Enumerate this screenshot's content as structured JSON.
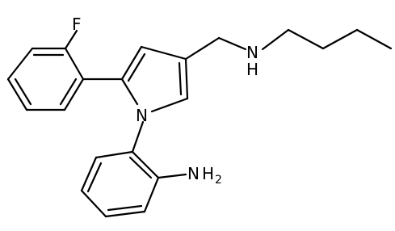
{
  "structure": {
    "atoms": {
      "fluorine": "F",
      "pyrrole_nitrogen": "N",
      "amine_nh_n": "N",
      "amine_nh_h": "H",
      "aniline_n": "N",
      "aniline_h": "H",
      "aniline_h_count": "2"
    },
    "colors": {
      "bond": "#000000",
      "label": "#000000",
      "background": "#ffffff"
    }
  }
}
